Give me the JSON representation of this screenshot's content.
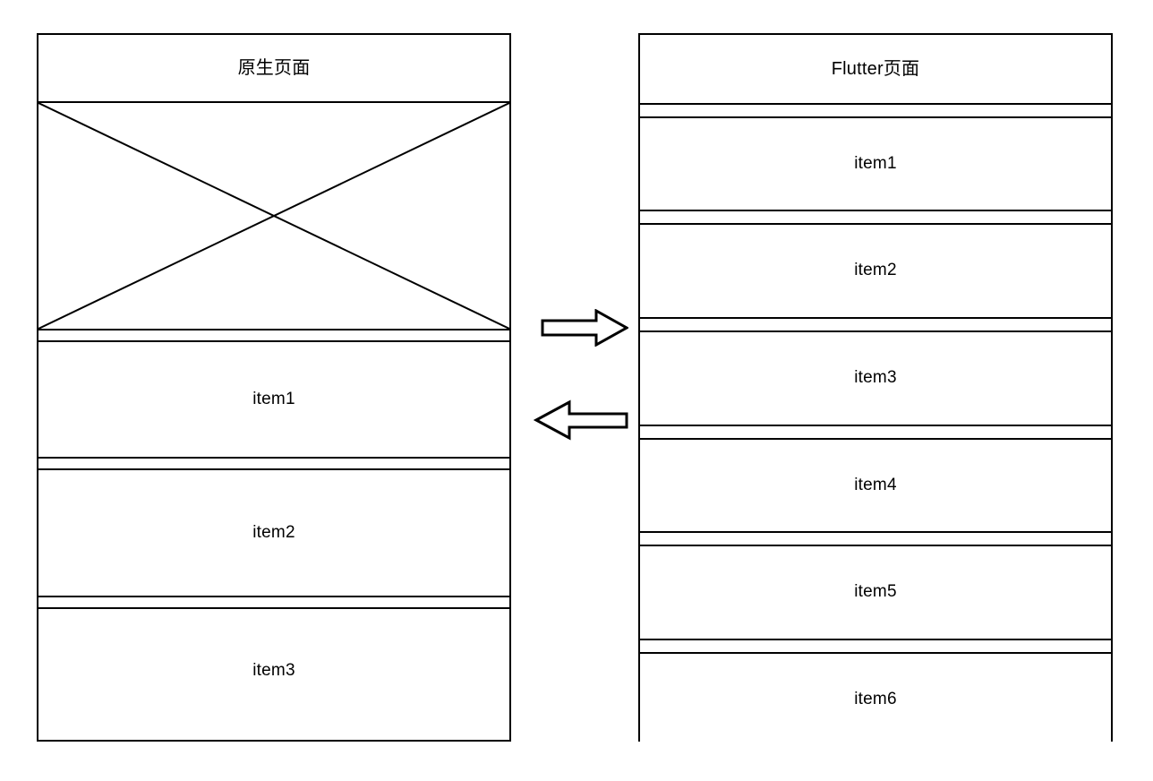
{
  "diagram": {
    "type": "two-panel-comparison",
    "background_color": "#ffffff",
    "line_color": "#000000"
  },
  "native_page": {
    "title": "原生页面",
    "placeholder": {
      "icon": "crossed-box-placeholder",
      "description": "crossed rectangle placeholder region"
    },
    "items": [
      {
        "label": "item1"
      },
      {
        "label": "item2"
      },
      {
        "label": "item3"
      }
    ]
  },
  "flutter_page": {
    "title": "Flutter页面",
    "items": [
      {
        "label": "item1"
      },
      {
        "label": "item2"
      },
      {
        "label": "item3"
      },
      {
        "label": "item4"
      },
      {
        "label": "item5"
      },
      {
        "label": "item6"
      }
    ]
  },
  "arrows": [
    {
      "name": "arrow-to-flutter",
      "direction": "right",
      "label": ""
    },
    {
      "name": "arrow-to-native",
      "direction": "left",
      "label": ""
    }
  ]
}
